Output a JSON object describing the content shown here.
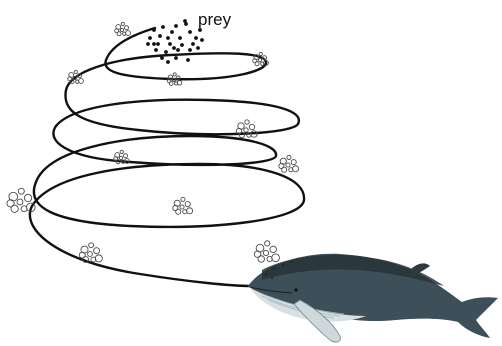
{
  "diagram": {
    "label": "prey",
    "colors": {
      "line": "#111111",
      "bubble": "#4a4a4a",
      "whale_dark": "#2c3a41",
      "whale_mid": "#4b6069",
      "whale_light": "#9fb2b8",
      "whale_belly": "#e9eef0"
    },
    "icons": [
      "bubble-cluster",
      "prey-dot",
      "humpback-whale"
    ]
  }
}
